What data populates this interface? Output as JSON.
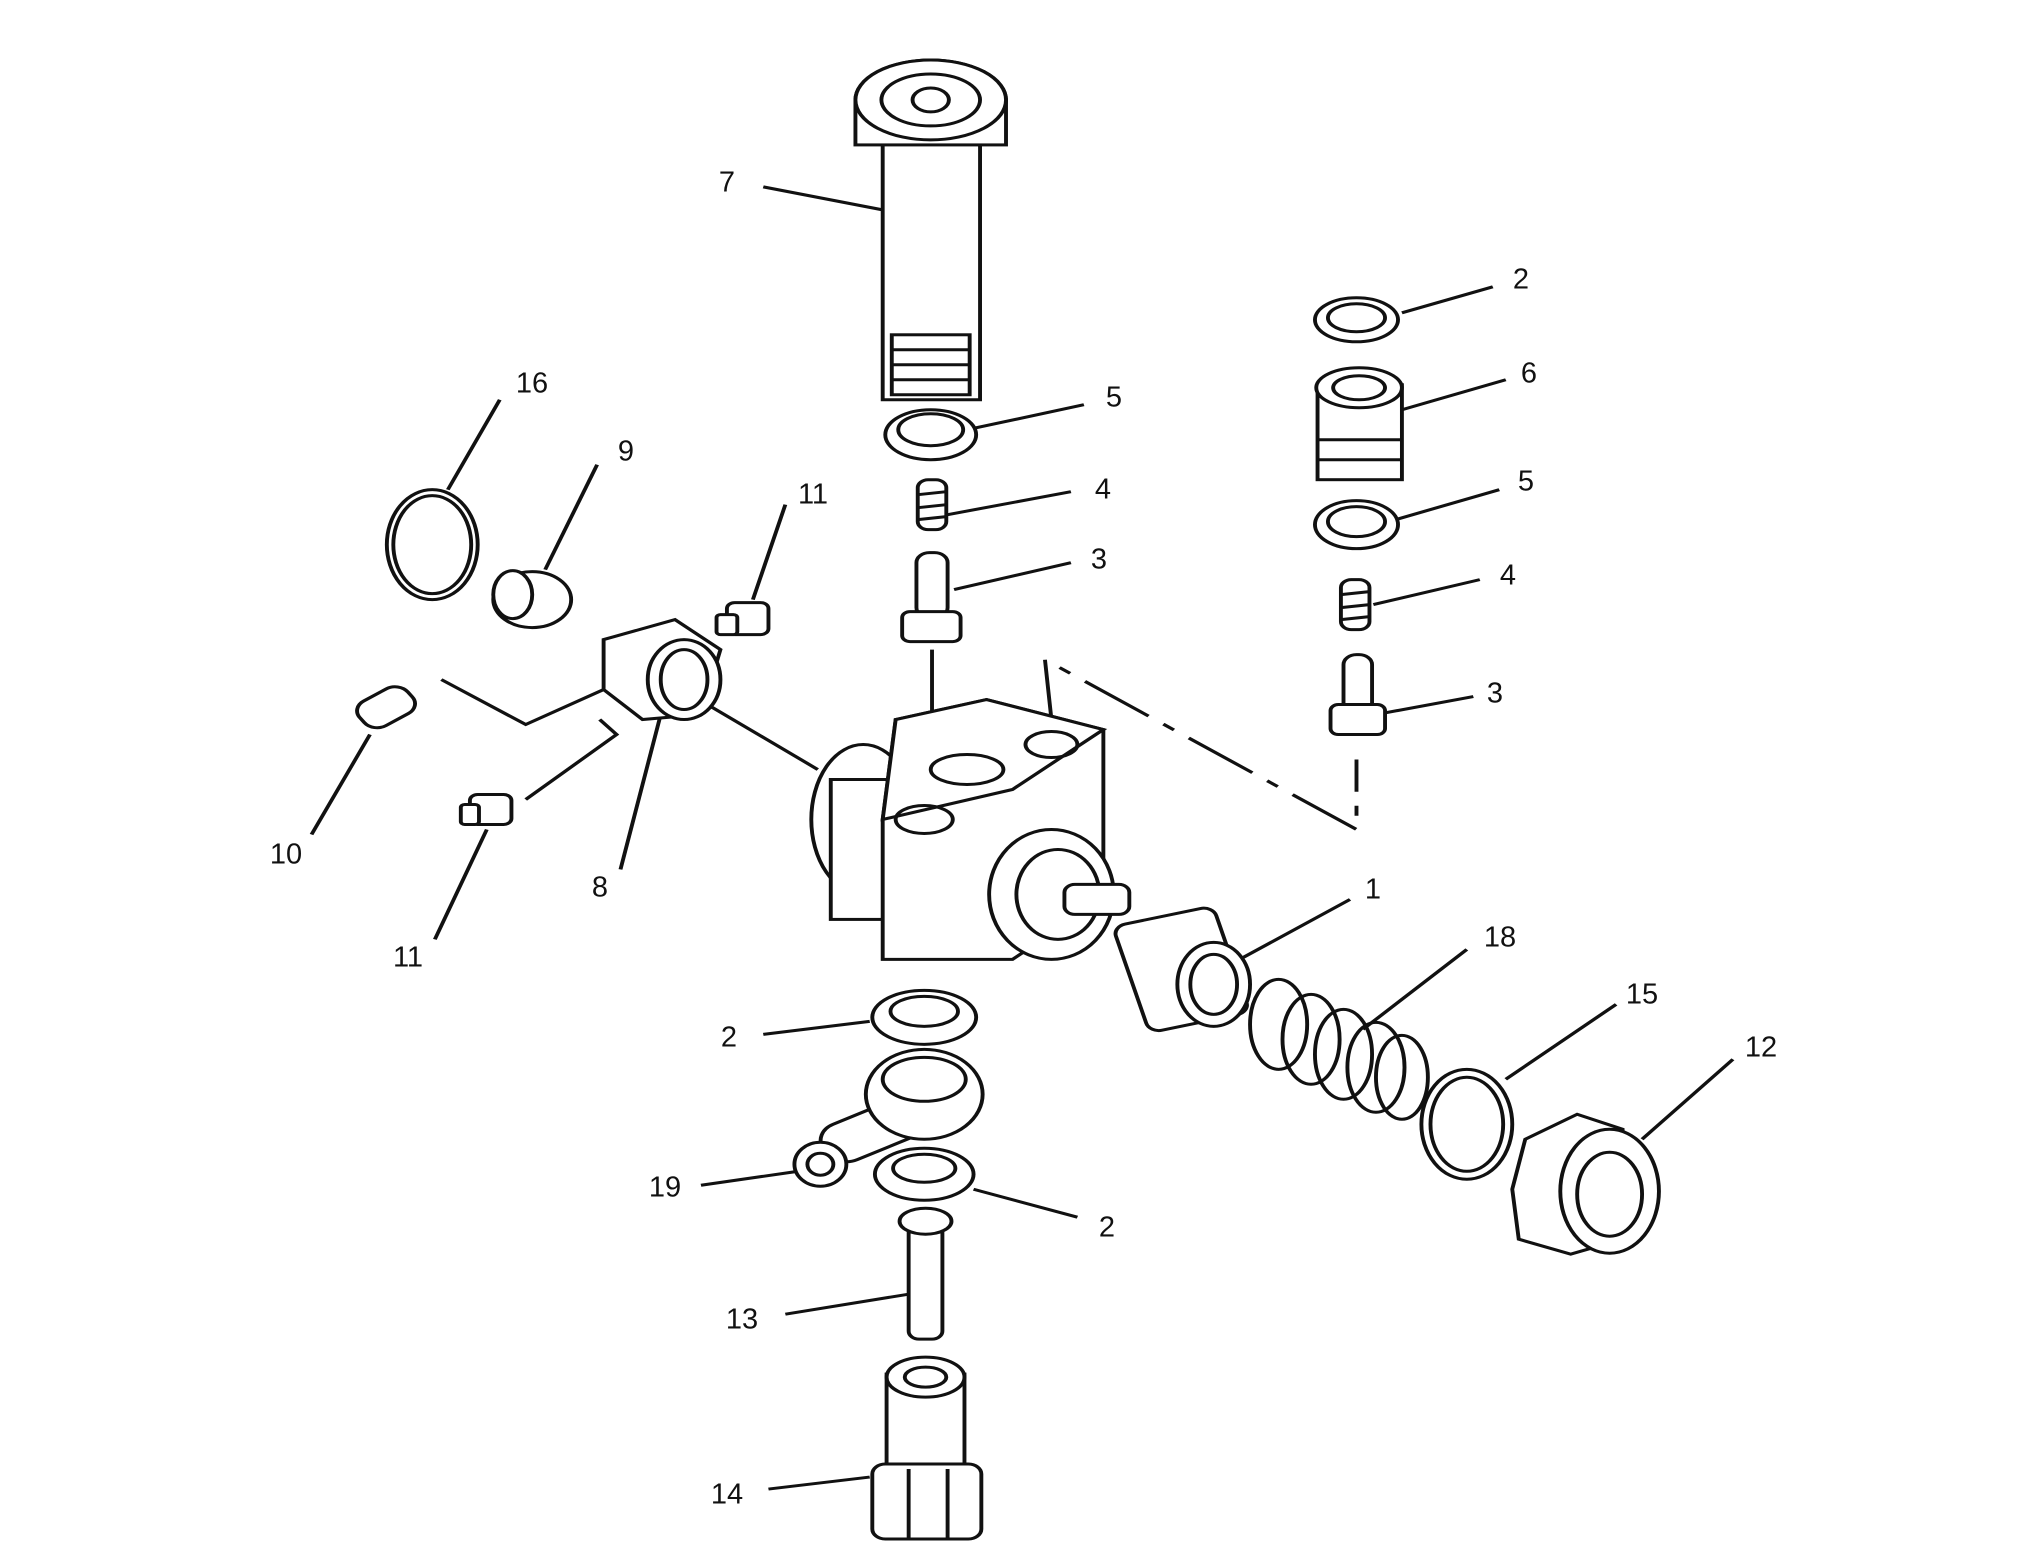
{
  "diagram": {
    "type": "exploded parts view",
    "callouts": [
      "7",
      "2",
      "6",
      "16",
      "5",
      "5",
      "9",
      "11",
      "4",
      "3",
      "4",
      "3",
      "10",
      "8",
      "11",
      "1",
      "18",
      "15",
      "12",
      "2",
      "19",
      "2",
      "13",
      "14"
    ]
  }
}
